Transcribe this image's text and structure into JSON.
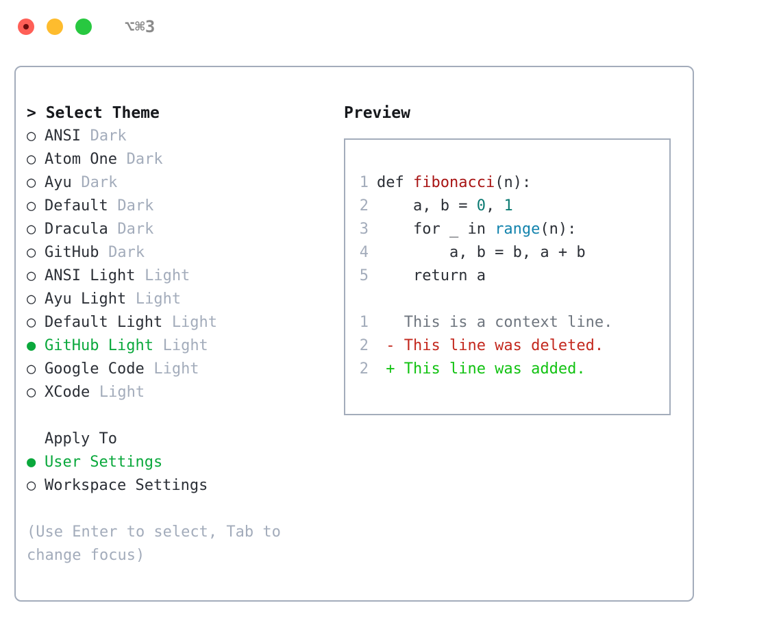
{
  "titlebar": {
    "shortcut": "⌥⌘3",
    "lights": [
      "close",
      "minimize",
      "maximize"
    ]
  },
  "theme_picker": {
    "header": "> Select Theme",
    "items": [
      {
        "marker": "○",
        "selected": false,
        "label": "ANSI",
        "tag": "Dark"
      },
      {
        "marker": "○",
        "selected": false,
        "label": "Atom One",
        "tag": "Dark"
      },
      {
        "marker": "○",
        "selected": false,
        "label": "Ayu",
        "tag": "Dark"
      },
      {
        "marker": "○",
        "selected": false,
        "label": "Default",
        "tag": "Dark"
      },
      {
        "marker": "○",
        "selected": false,
        "label": "Dracula",
        "tag": "Dark"
      },
      {
        "marker": "○",
        "selected": false,
        "label": "GitHub",
        "tag": "Dark"
      },
      {
        "marker": "○",
        "selected": false,
        "label": "ANSI Light",
        "tag": "Light"
      },
      {
        "marker": "○",
        "selected": false,
        "label": "Ayu Light",
        "tag": "Light"
      },
      {
        "marker": "○",
        "selected": false,
        "label": "Default Light",
        "tag": "Light"
      },
      {
        "marker": "●",
        "selected": true,
        "label": "GitHub Light",
        "tag": "Light"
      },
      {
        "marker": "○",
        "selected": false,
        "label": "Google Code",
        "tag": "Light"
      },
      {
        "marker": "○",
        "selected": false,
        "label": "XCode",
        "tag": "Light"
      }
    ]
  },
  "apply_to": {
    "header": "Apply To",
    "items": [
      {
        "marker": "●",
        "selected": true,
        "label": "User Settings"
      },
      {
        "marker": "○",
        "selected": false,
        "label": "Workspace Settings"
      }
    ]
  },
  "hint": "(Use Enter to select, Tab to change focus)",
  "preview": {
    "header": "Preview",
    "code_lines": [
      {
        "no": "1",
        "segments": [
          {
            "text": "def ",
            "tok": "plain"
          },
          {
            "text": "fibonacci",
            "tok": "fn"
          },
          {
            "text": "(n):",
            "tok": "plain"
          }
        ]
      },
      {
        "no": "2",
        "segments": [
          {
            "text": "    a, b = ",
            "tok": "plain"
          },
          {
            "text": "0",
            "tok": "num"
          },
          {
            "text": ", ",
            "tok": "plain"
          },
          {
            "text": "1",
            "tok": "num"
          }
        ]
      },
      {
        "no": "3",
        "segments": [
          {
            "text": "    for _ in ",
            "tok": "plain"
          },
          {
            "text": "range",
            "tok": "builtin"
          },
          {
            "text": "(n):",
            "tok": "plain"
          }
        ]
      },
      {
        "no": "4",
        "segments": [
          {
            "text": "        a, b = b, a + b",
            "tok": "plain"
          }
        ]
      },
      {
        "no": "5",
        "segments": [
          {
            "text": "    return a",
            "tok": "plain"
          }
        ]
      }
    ],
    "diff_lines": [
      {
        "no": "1",
        "kind": "context",
        "text": "   This is a context line."
      },
      {
        "no": "2",
        "kind": "deleted",
        "text": " - This line was deleted."
      },
      {
        "no": "2",
        "kind": "added",
        "text": " + This line was added."
      }
    ]
  },
  "colors": {
    "accent_green": "#0aa83c",
    "muted": "#a3acbb",
    "text": "#2b2f36",
    "border": "#a3acbb",
    "syntax_function": "#a81414",
    "syntax_number": "#0b7a72",
    "syntax_builtin": "#1283ad",
    "diff_deleted": "#c3281e",
    "diff_added": "#11c211",
    "diff_context": "#6f767f",
    "light_close": "#ff5f57",
    "light_minimize": "#febc2e",
    "light_maximize": "#28c840"
  }
}
